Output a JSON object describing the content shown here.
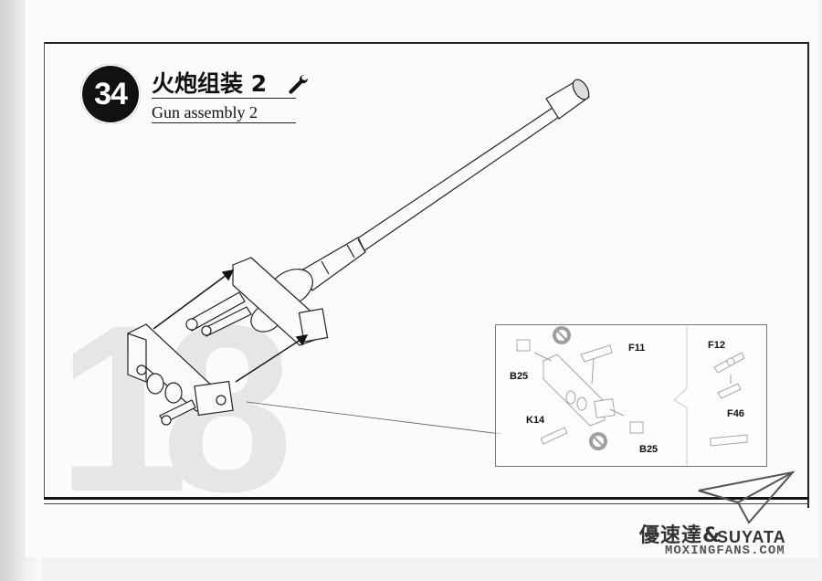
{
  "step": {
    "number": "34",
    "title_cn": "火炮组装 2",
    "title_en": "Gun assembly 2",
    "tool_icon": "wrench-icon"
  },
  "background_number": "18",
  "detail": {
    "labels": {
      "b25_top": "B25",
      "f11": "F11",
      "k14": "K14",
      "b25_bottom": "B25",
      "f12": "F12",
      "f46": "F46"
    },
    "icons": [
      "no-glue-icon",
      "glue-icon"
    ]
  },
  "watermark": {
    "cn": "優速達&",
    "en": "SUYATA",
    "url": "MOXINGFANS.COM"
  }
}
